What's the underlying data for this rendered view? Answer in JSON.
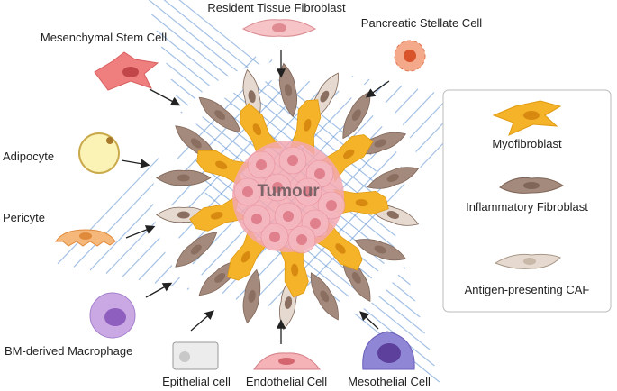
{
  "center_label": "Tumour",
  "sources": [
    {
      "label": "Resident Tissue Fibroblast"
    },
    {
      "label": "Pancreatic Stellate Cell"
    },
    {
      "label": "Mesenchymal Stem Cell"
    },
    {
      "label": "Adipocyte"
    },
    {
      "label": "Pericyte"
    },
    {
      "label": "BM-derived Macrophage"
    },
    {
      "label": "Epithelial cell"
    },
    {
      "label": "Endothelial Cell"
    },
    {
      "label": "Mesothelial Cell"
    }
  ],
  "legend": [
    {
      "label": "Myofibroblast",
      "color": "#f4b328"
    },
    {
      "label": "Inflammatory Fibroblast",
      "color": "#a48a7c"
    },
    {
      "label": "Antigen-presenting CAF",
      "color": "#e6dad0"
    }
  ],
  "colors": {
    "ecm": "#5b8fd0",
    "tumour": "#f2a8b2",
    "arrow": "#222222"
  }
}
